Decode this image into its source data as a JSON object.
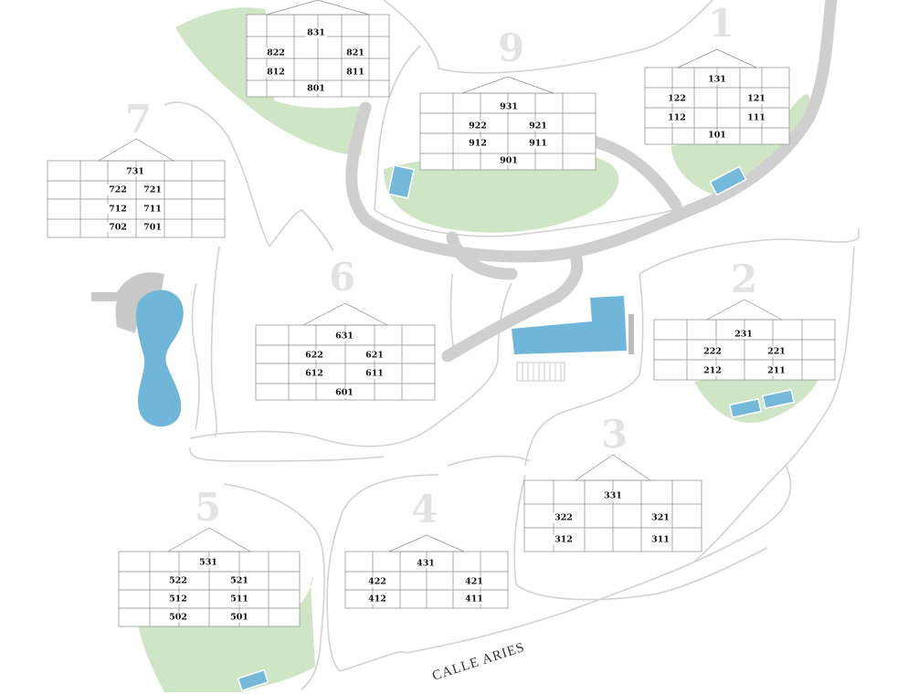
{
  "map": {
    "street_name": "CALLE ARIES",
    "colors": {
      "green_area": "#cfe6c6",
      "pool": "#6fb6d8",
      "road": "#cfcfcf"
    }
  },
  "buildings": [
    {
      "id": "8",
      "label": "",
      "units": [
        "831",
        "822",
        "821",
        "812",
        "811",
        "801"
      ]
    },
    {
      "id": "9",
      "label": "9",
      "units": [
        "931",
        "922",
        "921",
        "912",
        "911",
        "901"
      ]
    },
    {
      "id": "1",
      "label": "1",
      "units": [
        "131",
        "122",
        "121",
        "112",
        "111",
        "101"
      ]
    },
    {
      "id": "7",
      "label": "7",
      "units": [
        "731",
        "722",
        "721",
        "712",
        "711",
        "702",
        "701"
      ]
    },
    {
      "id": "6",
      "label": "6",
      "units": [
        "631",
        "622",
        "621",
        "612",
        "611",
        "601"
      ]
    },
    {
      "id": "2",
      "label": "2",
      "units": [
        "231",
        "222",
        "221",
        "212",
        "211"
      ]
    },
    {
      "id": "3",
      "label": "3",
      "units": [
        "331",
        "322",
        "321",
        "312",
        "311"
      ]
    },
    {
      "id": "4",
      "label": "4",
      "units": [
        "431",
        "422",
        "421",
        "412",
        "411"
      ]
    },
    {
      "id": "5",
      "label": "5",
      "units": [
        "531",
        "522",
        "521",
        "512",
        "511",
        "502",
        "501"
      ]
    }
  ]
}
